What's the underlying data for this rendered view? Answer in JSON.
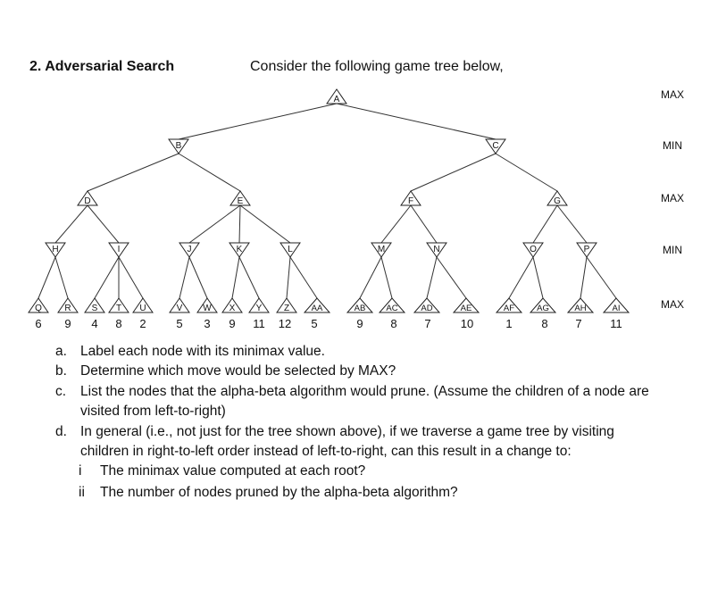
{
  "heading": "2. Adversarial Search",
  "intro": "Consider the following game tree below,",
  "levels": [
    "MAX",
    "MIN",
    "MAX",
    "MIN",
    "MAX"
  ],
  "nodes": {
    "root": "A",
    "level1": [
      "B",
      "C"
    ],
    "level2": [
      "D",
      "E",
      "F",
      "G"
    ],
    "level3": [
      "H",
      "I",
      "J",
      "K",
      "L",
      "M",
      "N",
      "O",
      "P"
    ],
    "leaves": [
      "Q",
      "R",
      "S",
      "T",
      "U",
      "V",
      "W",
      "X",
      "Y",
      "Z",
      "AA",
      "AB",
      "AC",
      "AD",
      "AE",
      "AF",
      "AG",
      "AH",
      "AI"
    ]
  },
  "leaf_values": [
    "6",
    "9",
    "4",
    "8",
    "2",
    "5",
    "3",
    "9",
    "11",
    "12",
    "5",
    "9",
    "8",
    "7",
    "10",
    "1",
    "8",
    "7",
    "11"
  ],
  "questions": [
    {
      "mark": "a.",
      "lines": [
        "Label each node with its minimax value."
      ]
    },
    {
      "mark": "b.",
      "lines": [
        "Determine which move would be selected by MAX?"
      ]
    },
    {
      "mark": "c.",
      "lines": [
        "List the nodes that the alpha-beta algorithm would prune. (Assume the children of a node are",
        "visited from left-to-right)"
      ]
    },
    {
      "mark": "d.",
      "lines": [
        "In general (i.e., not just for the tree shown above), if we traverse a game tree by visiting",
        "children in right-to-left order instead of left-to-right, can this result in a change to:"
      ]
    },
    {
      "mark": "i",
      "lines": [
        "The minimax value computed at each root?"
      ]
    },
    {
      "mark": "ii",
      "lines": [
        "The number of nodes pruned by the alpha-beta algorithm?"
      ]
    }
  ]
}
